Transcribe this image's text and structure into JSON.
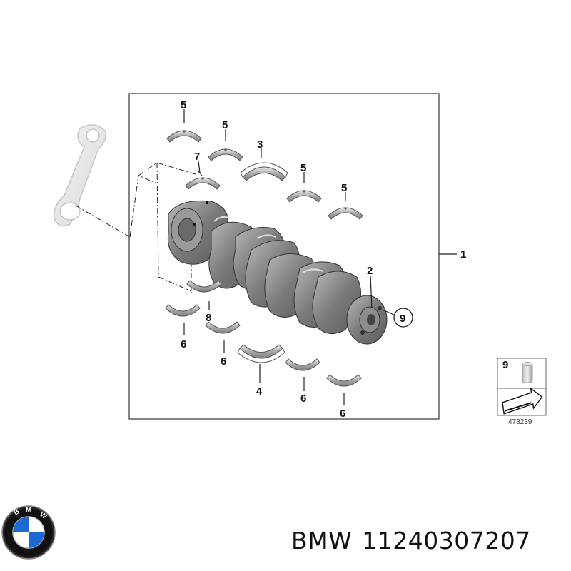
{
  "diagram": {
    "callouts": {
      "main_assembly": "1",
      "crankshaft": "2",
      "thrust_bearing_upper": "3",
      "thrust_bearing_lower": "4",
      "main_bearing_upper": "5",
      "main_bearing_lower": "6",
      "rod_bearing_upper": "7",
      "rod_bearing_lower": "8",
      "dowel_pin": "9"
    },
    "legend": {
      "number": "9",
      "ref_code": "478239"
    }
  },
  "caption": {
    "brand": "BMW",
    "part_number": "11240307207"
  },
  "colors": {
    "frame": "#444444",
    "metal_dark": "#6e6e6e",
    "metal_mid": "#9a9a9a",
    "metal_light": "#cfcfcf",
    "logo_blue": "#1c69d4",
    "logo_black": "#111111"
  }
}
